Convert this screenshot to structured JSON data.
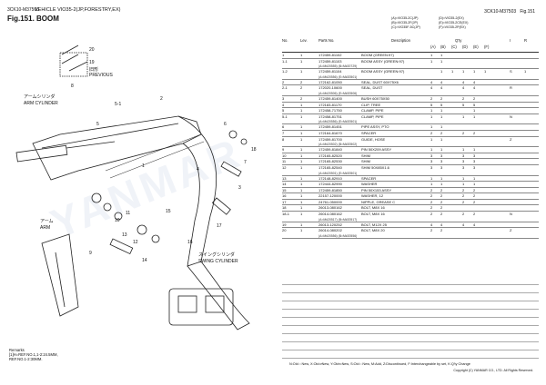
{
  "header": {
    "code": "3CK10-M37503",
    "model": "VEHICLE VIO35-2(JP,FORESTRY,EX)",
    "figure": "Fig.151.  BOOM",
    "right_code": "3CK10-M37503",
    "right_fig": "Fig.151"
  },
  "variants": {
    "left": [
      "(A)=VIO35-2C(JP)",
      "(B)=VIO35-2F(JP)",
      "(C)=VIO35F-5C(JP)"
    ],
    "right": [
      "(D)=VIO35-2(EX)",
      "(E)=VIO35-2CE(EX)",
      "(F)=VIO35-2P(EX)"
    ]
  },
  "diagram_labels": {
    "arm_cylinder_jp": "アームシリンダ",
    "arm_cylinder": "ARM CYLINDER",
    "arm_jp": "アーム",
    "arm": "ARM",
    "swing_cylinder_jp": "スイングシリンダ",
    "swing_cylinder": "SWING CYLINDER",
    "previous_jp": "旧形",
    "previous": "PREVIOUS",
    "callouts": [
      "20",
      "19",
      "8",
      "5-1",
      "2",
      "9",
      "14",
      "11",
      "10",
      "15",
      "16",
      "17",
      "18",
      "6",
      "7",
      "4",
      "3",
      "1",
      "13",
      "12",
      "5"
    ]
  },
  "remarks": {
    "title": "Remarks",
    "line1": "[1]H=REF.NO.1,1-2:24.5MM,",
    "line2": "REF.NO.1-2:30MM."
  },
  "table_header": {
    "no": "No.",
    "lev": "Lev.",
    "parts_no": "Parts No.",
    "desc": "Description",
    "qty": "Q'ty",
    "cols": [
      "(A)",
      "(B)",
      "(C)",
      "(D)",
      "(E)",
      "(F)"
    ],
    "i": "I",
    "r": "R"
  },
  "rows": [
    {
      "no": "1",
      "lev": "1",
      "part": "172459-81102",
      "desc": "BOOM      (GREEN:97)",
      "q": [
        "1",
        "1",
        "",
        "",
        "",
        ""
      ],
      "i": "",
      "r": "",
      "sub": ""
    },
    {
      "no": "1-1",
      "lev": "1",
      "part": "172459-81103",
      "desc": "BOOM ASSY (GREEN:97)",
      "q": [
        "1",
        "1",
        "",
        "",
        "",
        ""
      ],
      "i": "",
      "r": "",
      "sub": "(A=M#20555)         (B=M#20729)"
    },
    {
      "no": "1-2",
      "lev": "1",
      "part": "172459-81104",
      "desc": "BOOM ASSY (GREEN:97)",
      "q": [
        "",
        "1",
        "1",
        "1",
        "1",
        "1"
      ],
      "i": "S",
      "r": "1",
      "sub": "(A=M#20556)                              (E=M#20501)"
    },
    {
      "no": "2",
      "lev": "2",
      "part": "172162-81050",
      "desc": "SEAL, DUST 60X75X6",
      "q": [
        "4",
        "4",
        "",
        "4",
        "4",
        ""
      ],
      "i": "",
      "r": "",
      "sub": ""
    },
    {
      "no": "2-1",
      "lev": "2",
      "part": "172020-10600",
      "desc": "SEAL, DUST",
      "q": [
        "4",
        "4",
        "",
        "4",
        "4",
        ""
      ],
      "i": "R",
      "r": "",
      "sub": "(A=M#20506)                              (E=M#20506)"
    },
    {
      "no": "3",
      "lev": "2",
      "part": "172459-81400",
      "desc": "BUSH 60X75X50",
      "q": [
        "2",
        "2",
        "",
        "2",
        "2",
        ""
      ],
      "i": "",
      "r": "",
      "sub": ""
    },
    {
      "no": "4",
      "lev": "1",
      "part": "172183-81170",
      "desc": "CLIP, TREE",
      "q": [
        "5",
        "5",
        "",
        "5",
        "5",
        ""
      ],
      "i": "",
      "r": "",
      "sub": ""
    },
    {
      "no": "5",
      "lev": "1",
      "part": "172458-71750",
      "desc": "CLAMP, PIPE",
      "q": [
        "1",
        "1",
        "",
        "",
        "1",
        ""
      ],
      "i": "",
      "r": "",
      "sub": ""
    },
    {
      "no": "5-1",
      "lev": "1",
      "part": "172458-81751",
      "desc": "CLAMP, PIPE",
      "q": [
        "1",
        "1",
        "",
        "1",
        "1",
        ""
      ],
      "i": "N",
      "r": "",
      "sub": "(A=M#20556)                              (E=M#20501)"
    },
    {
      "no": "6",
      "lev": "1",
      "part": "172459-81451",
      "desc": "PIPE ASSY, PTO",
      "q": [
        "1",
        "1",
        "",
        "",
        "",
        ""
      ],
      "i": "",
      "r": "",
      "sub": ""
    },
    {
      "no": "7",
      "lev": "1",
      "part": "172164-81670",
      "desc": "SPACER",
      "q": [
        "2",
        "2",
        "",
        "2",
        "2",
        ""
      ],
      "i": "",
      "r": "",
      "sub": ""
    },
    {
      "no": "8",
      "lev": "1",
      "part": "172459-81700",
      "desc": "GUIDE, HOSE",
      "q": [
        "1",
        "1",
        "",
        "",
        "",
        ""
      ],
      "i": "Z",
      "r": "",
      "sub": "(A=M#20502)          (B=M#20502)"
    },
    {
      "no": "9",
      "lev": "1",
      "part": "172459-81840",
      "desc": "PIN 50X209 ASSY",
      "q": [
        "1",
        "1",
        "",
        "1",
        "1",
        ""
      ],
      "i": "",
      "r": "",
      "sub": ""
    },
    {
      "no": "10",
      "lev": "1",
      "part": "172165-82520",
      "desc": "SHIM",
      "q": [
        "3",
        "3",
        "",
        "3",
        "3",
        ""
      ],
      "i": "",
      "r": "",
      "sub": ""
    },
    {
      "no": "11",
      "lev": "1",
      "part": "172165-82530",
      "desc": "SHIM",
      "q": [
        "3",
        "3",
        "",
        "3",
        "3",
        ""
      ],
      "i": "",
      "r": "",
      "sub": ""
    },
    {
      "no": "12",
      "lev": "1",
      "part": "172165-82540",
      "desc": "SHIM  50X85X1.6",
      "q": [
        "3",
        "3",
        "",
        "3",
        "3",
        ""
      ],
      "i": "",
      "r": "",
      "sub": "(A=M#20501)                              (E=M#20501)"
    },
    {
      "no": "13",
      "lev": "1",
      "part": "172148-82910",
      "desc": "SPACER",
      "q": [
        "1",
        "1",
        "",
        "1",
        "1",
        ""
      ],
      "i": "",
      "r": "",
      "sub": ""
    },
    {
      "no": "14",
      "lev": "1",
      "part": "172444-82990",
      "desc": "WASHER",
      "q": [
        "1",
        "1",
        "",
        "1",
        "1",
        ""
      ],
      "i": "",
      "r": "",
      "sub": ""
    },
    {
      "no": "15",
      "lev": "1",
      "part": "172459-81850",
      "desc": "PIN 50X153 ASSY",
      "q": [
        "2",
        "2",
        "",
        "2",
        "2",
        ""
      ],
      "i": "",
      "r": "",
      "sub": ""
    },
    {
      "no": "16",
      "lev": "1",
      "part": "22157-120000",
      "desc": "WASHER, 12",
      "q": [
        "2",
        "2",
        "",
        "2",
        "2",
        ""
      ],
      "i": "",
      "r": "",
      "sub": ""
    },
    {
      "no": "17",
      "lev": "1",
      "part": "24761-050000",
      "desc": "NIPPLE, GREASE C",
      "q": [
        "2",
        "2",
        "",
        "2",
        "2",
        ""
      ],
      "i": "",
      "r": "",
      "sub": ""
    },
    {
      "no": "18",
      "lev": "1",
      "part": "26013-080162",
      "desc": "BOLT, M8X 16",
      "q": [
        "2",
        "2",
        "",
        "",
        "",
        ""
      ],
      "i": "",
      "r": "",
      "sub": ""
    },
    {
      "no": "18-1",
      "lev": "1",
      "part": "26014-080162",
      "desc": "BOLT, M8X 16",
      "q": [
        "2",
        "2",
        "",
        "2",
        "2",
        ""
      ],
      "i": "N",
      "r": "",
      "sub": "(A=M#20517)          (B=M#20517)"
    },
    {
      "no": "19",
      "lev": "1",
      "part": "26013-120252",
      "desc": "BOLT, M12X 25",
      "q": [
        "4",
        "4",
        "",
        "4",
        "4",
        ""
      ],
      "i": "",
      "r": "",
      "sub": ""
    },
    {
      "no": "20",
      "lev": "1",
      "part": "26014-080202",
      "desc": "BOLT, M8X 20",
      "q": [
        "2",
        "2",
        "",
        "",
        "",
        ""
      ],
      "i": "Z",
      "r": "",
      "sub": "(A=M#20556)          (B=M#20556)"
    }
  ],
  "legend": "N:Old⇔New, X:Old⇒New, Y:Old⇐New, S:Old⇔New, M:Add, Z:Discontinued, F:Interchangeable by set, K:Q'ty Change",
  "copyright": "Copyright (C)  YANMAR CO., LTD. All Rights Reserved.",
  "watermark": "YANMAR"
}
